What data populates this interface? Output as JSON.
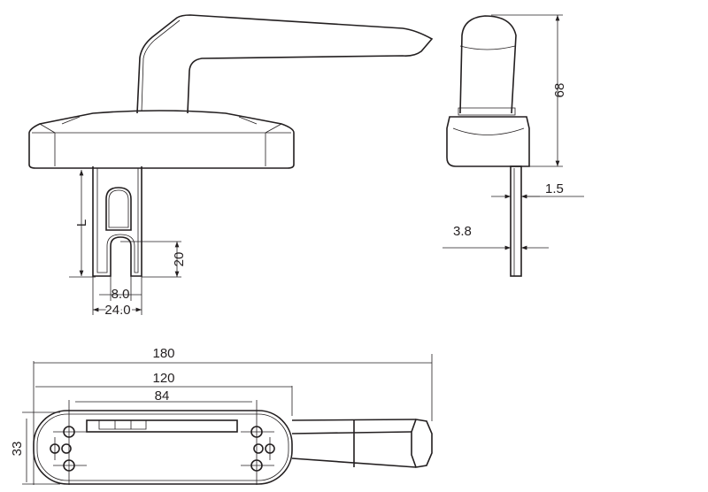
{
  "drawing": {
    "front_view": {
      "length_label": "L",
      "slot_depth": "20",
      "slot_width": "8.0",
      "spindle_width": "24.0"
    },
    "side_view": {
      "height": "68",
      "spindle_thickness": "1.5",
      "spindle_offset": "3.8"
    },
    "bottom_view": {
      "overall_length": "180",
      "rose_length": "120",
      "hole_spacing": "84",
      "rose_width": "33"
    },
    "line_color": "#231f20"
  }
}
